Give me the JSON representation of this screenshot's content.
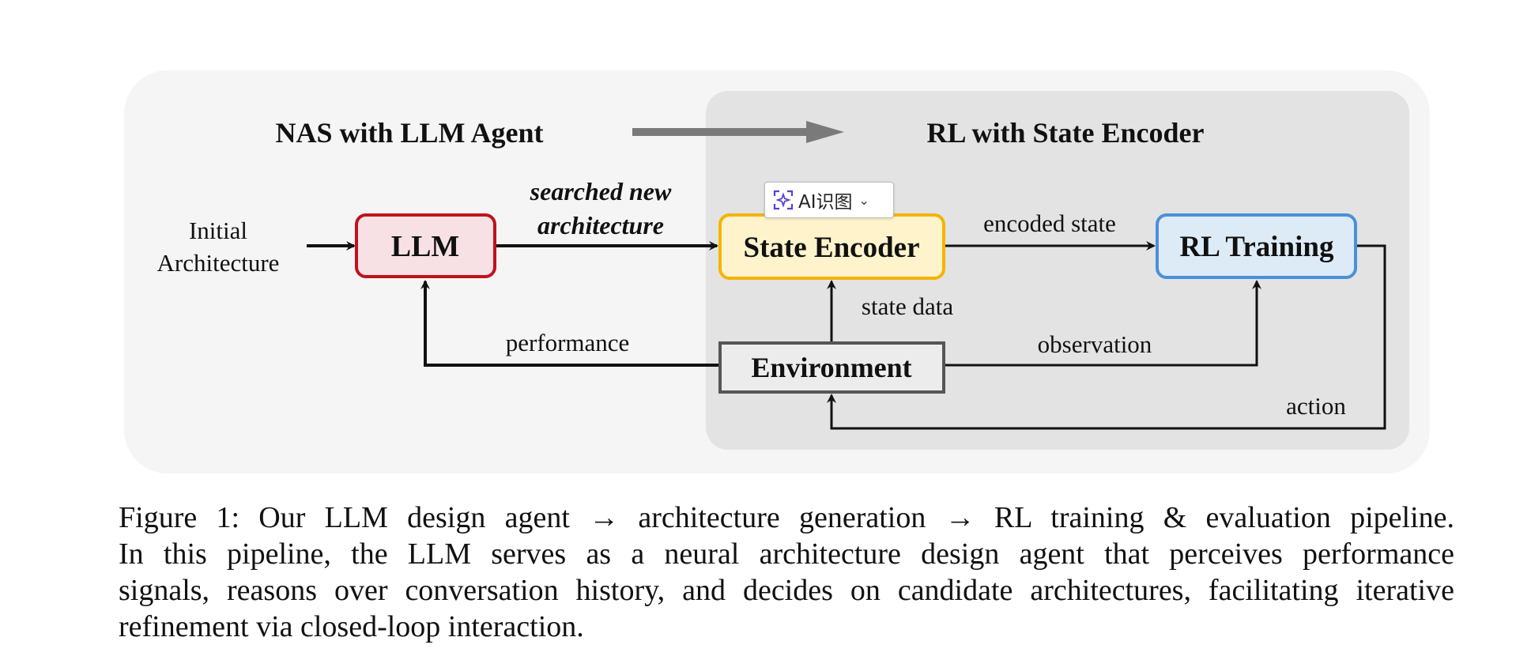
{
  "diagram": {
    "left_panel_title": "NAS with LLM Agent",
    "right_panel_title": "RL with State Encoder",
    "nodes": {
      "initial_line1": "Initial",
      "initial_line2": "Architecture",
      "llm": "LLM",
      "state_encoder": "State Encoder",
      "rl_training": "RL Training",
      "environment": "Environment"
    },
    "edges": {
      "searched_line1": "searched new",
      "searched_line2": "architecture",
      "encoded_state": "encoded state",
      "state_data": "state data",
      "performance": "performance",
      "observation": "observation",
      "action": "action"
    },
    "colors": {
      "llm_fill": "#f8e1e4",
      "llm_stroke": "#c0121c",
      "encoder_fill": "#fff3cc",
      "encoder_stroke": "#f5b400",
      "rl_fill": "#ddebf7",
      "rl_stroke": "#4a90d9",
      "env_fill": "#ececec",
      "env_stroke": "#555555",
      "outer_panel": "#f5f5f5",
      "inner_panel": "#e3e3e3",
      "big_arrow": "#7a7a7a"
    }
  },
  "popup": {
    "label": "AI识图",
    "icon": "sparkle-scan-icon",
    "chevron": "chevron-down-icon"
  },
  "caption": {
    "line1": "Figure 1: Our LLM design agent → architecture generation → RL training & evaluation pipeline.",
    "line2": "In this pipeline, the LLM serves as a neural architecture design agent that perceives performance",
    "line3": "signals, reasons over conversation history, and decides on candidate architectures, facilitating iterative",
    "line4": "refinement via closed-loop interaction."
  }
}
